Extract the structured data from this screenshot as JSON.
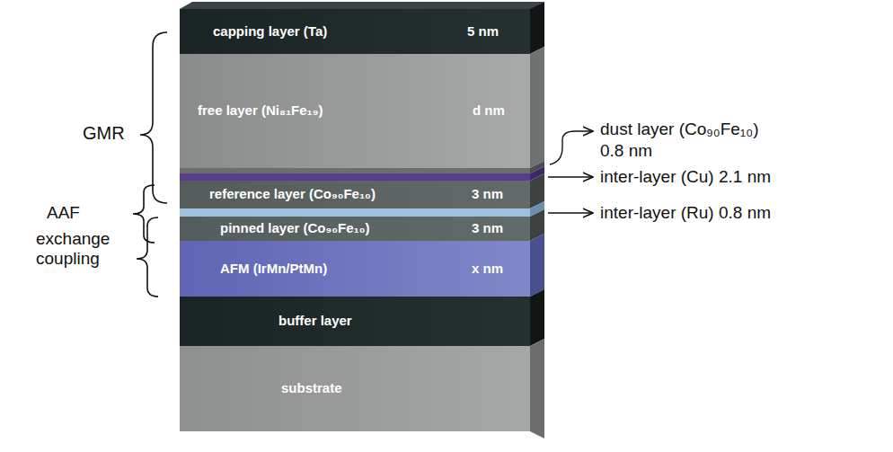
{
  "diagram": {
    "nodes": [
      {
        "text": [
          "capping layer (Ta)",
          "5 nm"
        ]
      },
      {
        "text": [
          "free layer (Ni₈₁Fe₁₉)",
          "d nm"
        ]
      },
      {
        "text": [
          "reference layer (Co₉₀Fe₁₀)",
          "3 nm"
        ]
      },
      {
        "text": [
          "pinned layer (Co₉₀Fe₁₀)",
          "3 nm"
        ]
      },
      {
        "text": [
          "AFM (IrMn/PtMn)",
          "x nm"
        ]
      },
      {
        "text": [
          "buffer layer"
        ]
      },
      {
        "text": [
          "substrate"
        ]
      }
    ],
    "labels": [
      "GMR",
      "AAF",
      "exchange coupling",
      "dust layer (Co₉₀Fe₁₀)",
      "0.8 nm",
      "inter-layer (Cu) 2.1 nm",
      "inter-layer (Ru) 0.8 nm"
    ]
  }
}
